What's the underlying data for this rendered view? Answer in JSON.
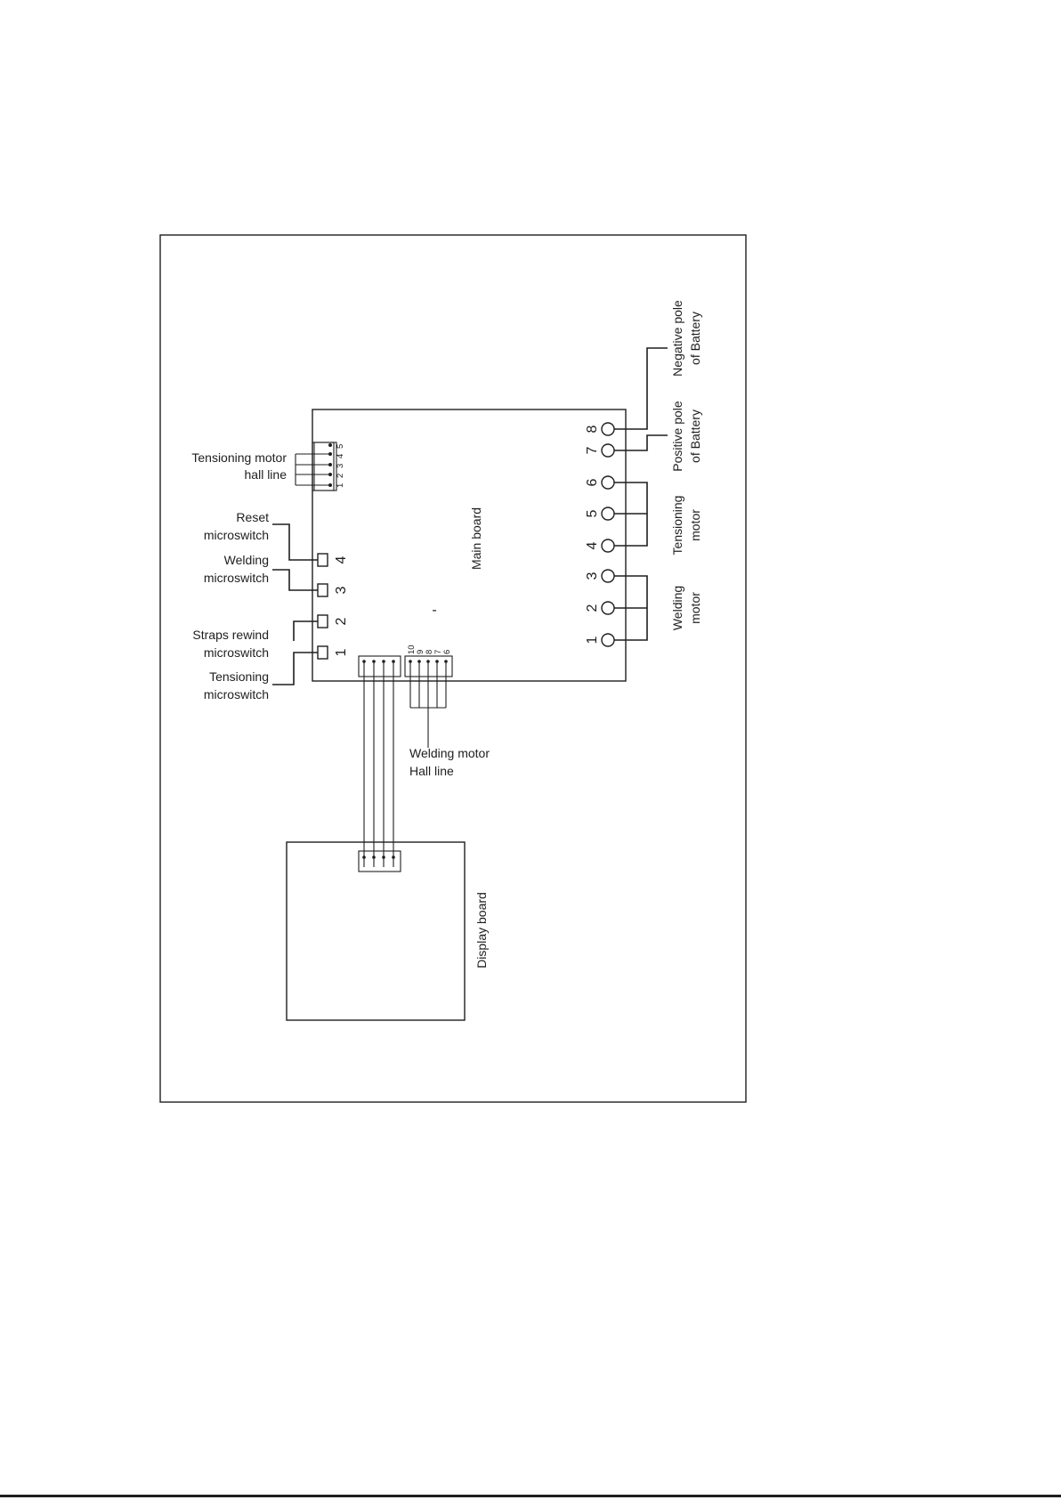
{
  "boards": {
    "main": "Main board",
    "display": "Display board"
  },
  "labels": {
    "tension_hall_1": "Tensioning motor",
    "tension_hall_2": "hall line",
    "reset_1": "Reset",
    "reset_2": "microswitch",
    "welding_sw_1": "Welding",
    "welding_sw_2": "microswitch",
    "rewind_1": "Straps rewind",
    "rewind_2": "microswitch",
    "tension_sw_1": "Tensioning",
    "tension_sw_2": "microswitch",
    "weld_hall_1": "Welding motor",
    "weld_hall_2": "Hall line",
    "neg_1": "Negative pole",
    "neg_2": "of Battery",
    "pos_1": "Positive pole",
    "pos_2": "of Battery",
    "tension_motor_1": "Tensioning",
    "tension_motor_2": "motor",
    "welding_motor_1": "Welding",
    "welding_motor_2": "motor",
    "center_mark": "-"
  },
  "terminals": {
    "right": [
      "1",
      "2",
      "3",
      "4",
      "5",
      "6",
      "7",
      "8"
    ],
    "left": [
      "1",
      "2",
      "3",
      "4"
    ],
    "top_pins": [
      "1",
      "2",
      "3",
      "4",
      "5"
    ],
    "bottom_pins": [
      "6",
      "7",
      "8",
      "9",
      "10"
    ]
  }
}
